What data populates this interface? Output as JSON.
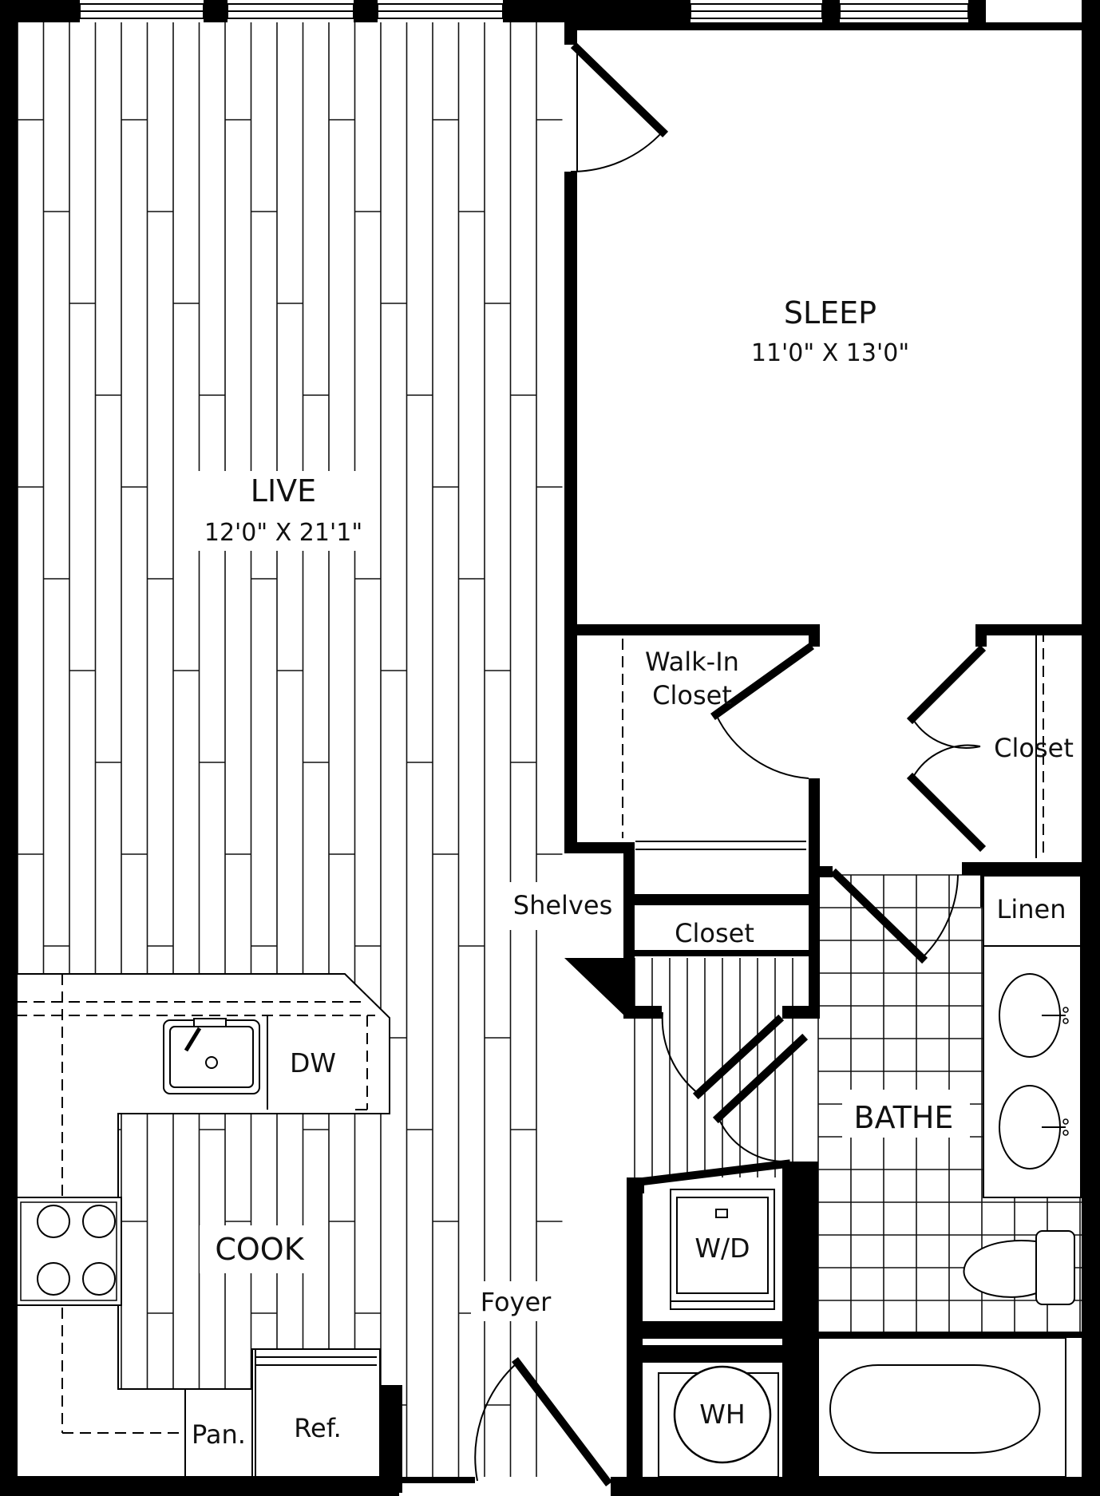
{
  "rooms": {
    "sleep": {
      "name": "SLEEP",
      "dims": "11'0\" X 13'0\""
    },
    "live": {
      "name": "LIVE",
      "dims": "12'0\" X 21'1\""
    },
    "cook": {
      "name": "COOK"
    },
    "bathe": {
      "name": "BATHE"
    }
  },
  "labels": {
    "walkin_line1": "Walk-In",
    "walkin_line2": "Closet",
    "closet_right": "Closet",
    "shelves": "Shelves",
    "closet_hall": "Closet",
    "linen": "Linen",
    "dishwasher": "DW",
    "washer_dryer": "W/D",
    "foyer": "Foyer",
    "water_heater": "WH",
    "pantry": "Pan.",
    "refrigerator": "Ref."
  }
}
